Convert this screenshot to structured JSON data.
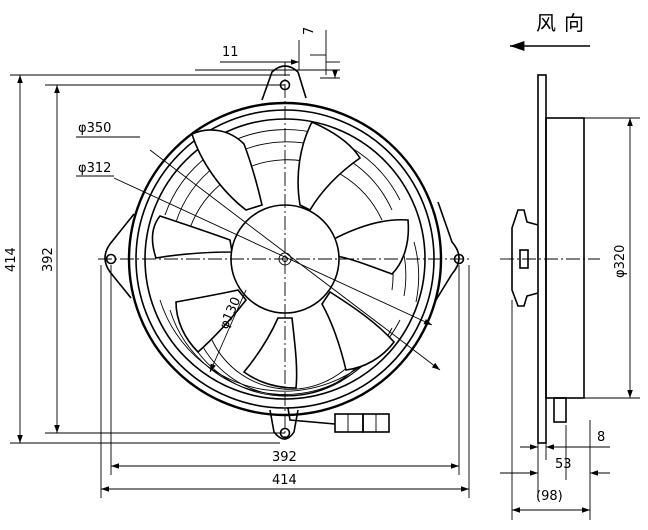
{
  "direction_label": "风向",
  "front_view": {
    "width_outer": "414",
    "height_outer": "414",
    "mount_width": "392",
    "mount_height": "392",
    "tab_offset": "11",
    "tab_height": "7",
    "ring_diameter": "φ350",
    "fan_diameter": "φ312",
    "hub_diameter": "φ130"
  },
  "side_view": {
    "motor_diameter": "φ320",
    "flange_thickness": "8",
    "depth": "53",
    "total_depth": "(98)"
  }
}
